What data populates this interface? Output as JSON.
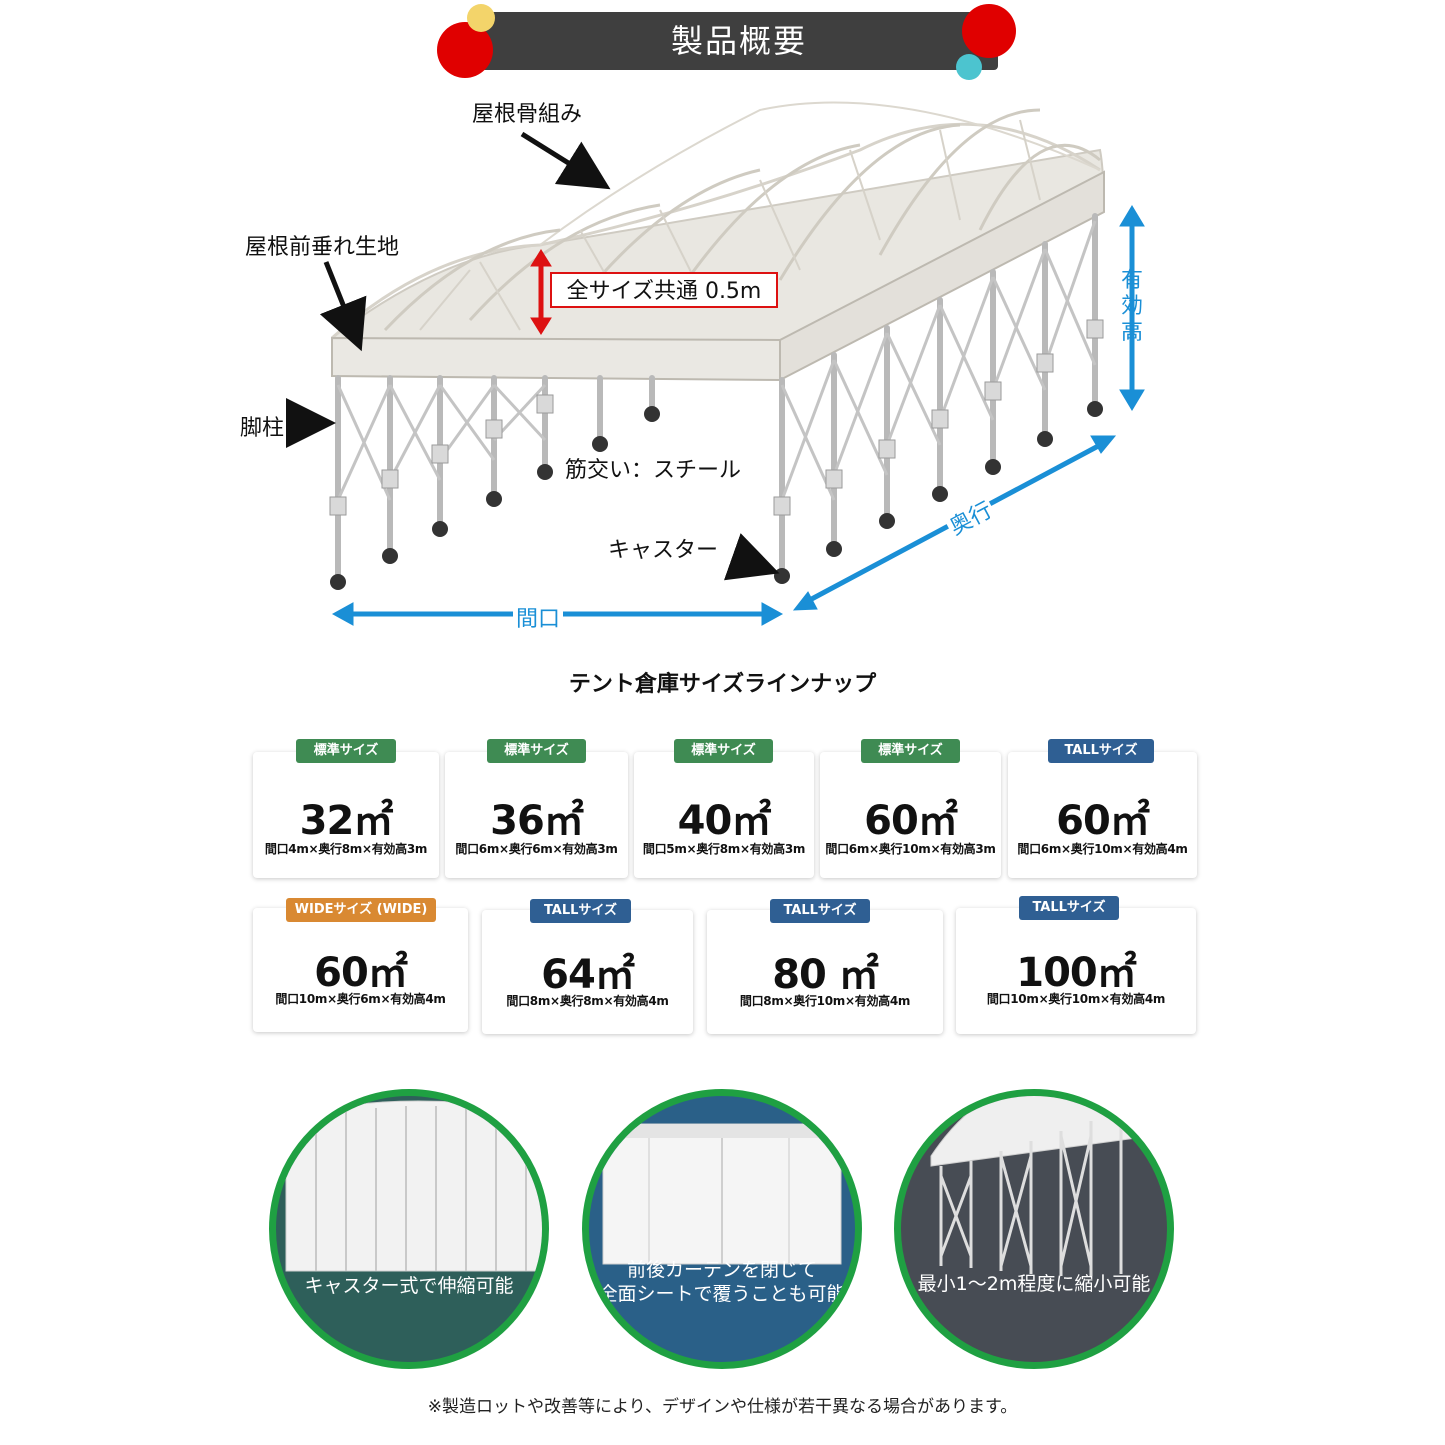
{
  "header": {
    "title": "製品概要"
  },
  "diagram": {
    "labels": {
      "roof_frame": "屋根骨組み",
      "roof_front_curtain": "屋根前垂れ生地",
      "common_note": "全サイズ共通 0.5m",
      "effective_height": "有効高",
      "pillar": "脚柱",
      "brace": "筋交い：スチール",
      "caster": "キャスター",
      "depth": "奥行",
      "frontage": "間口"
    },
    "colors": {
      "dimension_arrow": "#1a8fd6",
      "callout_arrow": "#111111",
      "height_arrow": "#d11111"
    }
  },
  "lineup": {
    "title": "テント倉庫サイズラインナップ",
    "row1": [
      {
        "badge": "標準サイズ",
        "badge_color": "green",
        "area": "32㎡",
        "dims": "間口4m×奥行8m×有効高3m"
      },
      {
        "badge": "標準サイズ",
        "badge_color": "green",
        "area": "36㎡",
        "dims": "間口6m×奥行6m×有効高3m"
      },
      {
        "badge": "標準サイズ",
        "badge_color": "green",
        "area": "40㎡",
        "dims": "間口5m×奥行8m×有効高3m"
      },
      {
        "badge": "標準サイズ",
        "badge_color": "green",
        "area": "60㎡",
        "dims": "間口6m×奥行10m×有効高3m"
      },
      {
        "badge": "TALLサイズ",
        "badge_color": "blue",
        "area": "60㎡",
        "dims": "間口6m×奥行10m×有効高4m"
      }
    ],
    "row2": [
      {
        "badge": "WIDEサイズ (WIDE)",
        "badge_color": "orange",
        "area": "60㎡",
        "dims": "間口10m×奥行6m×有効高4m"
      },
      {
        "badge": "TALLサイズ",
        "badge_color": "blue",
        "area": "64㎡",
        "dims": "間口8m×奥行8m×有効高4m"
      },
      {
        "badge": "TALLサイズ",
        "badge_color": "blue",
        "area": "80 ㎡",
        "dims": "間口8m×奥行10m×有効高4m"
      },
      {
        "badge": "TALLサイズ",
        "badge_color": "blue",
        "area": "100㎡",
        "dims": "間口10m×奥行10m×有効高4m"
      }
    ],
    "badge_colors": {
      "green": "#3f8b53",
      "blue": "#2f5f93",
      "orange": "#d98932"
    }
  },
  "features": [
    {
      "caption_lines": [
        "キャスター式で伸縮可能"
      ],
      "bg": "#2e5f5a"
    },
    {
      "caption_lines": [
        "前後カーテンを閉じて",
        "全面シートで覆うことも可能"
      ],
      "bg": "#2a6088"
    },
    {
      "caption_lines": [
        "最小1～2m程度に縮小可能"
      ],
      "bg": "#474c54"
    }
  ],
  "footnote": "※製造ロットや改善等により、デザインや仕様が若干異なる場合があります。"
}
